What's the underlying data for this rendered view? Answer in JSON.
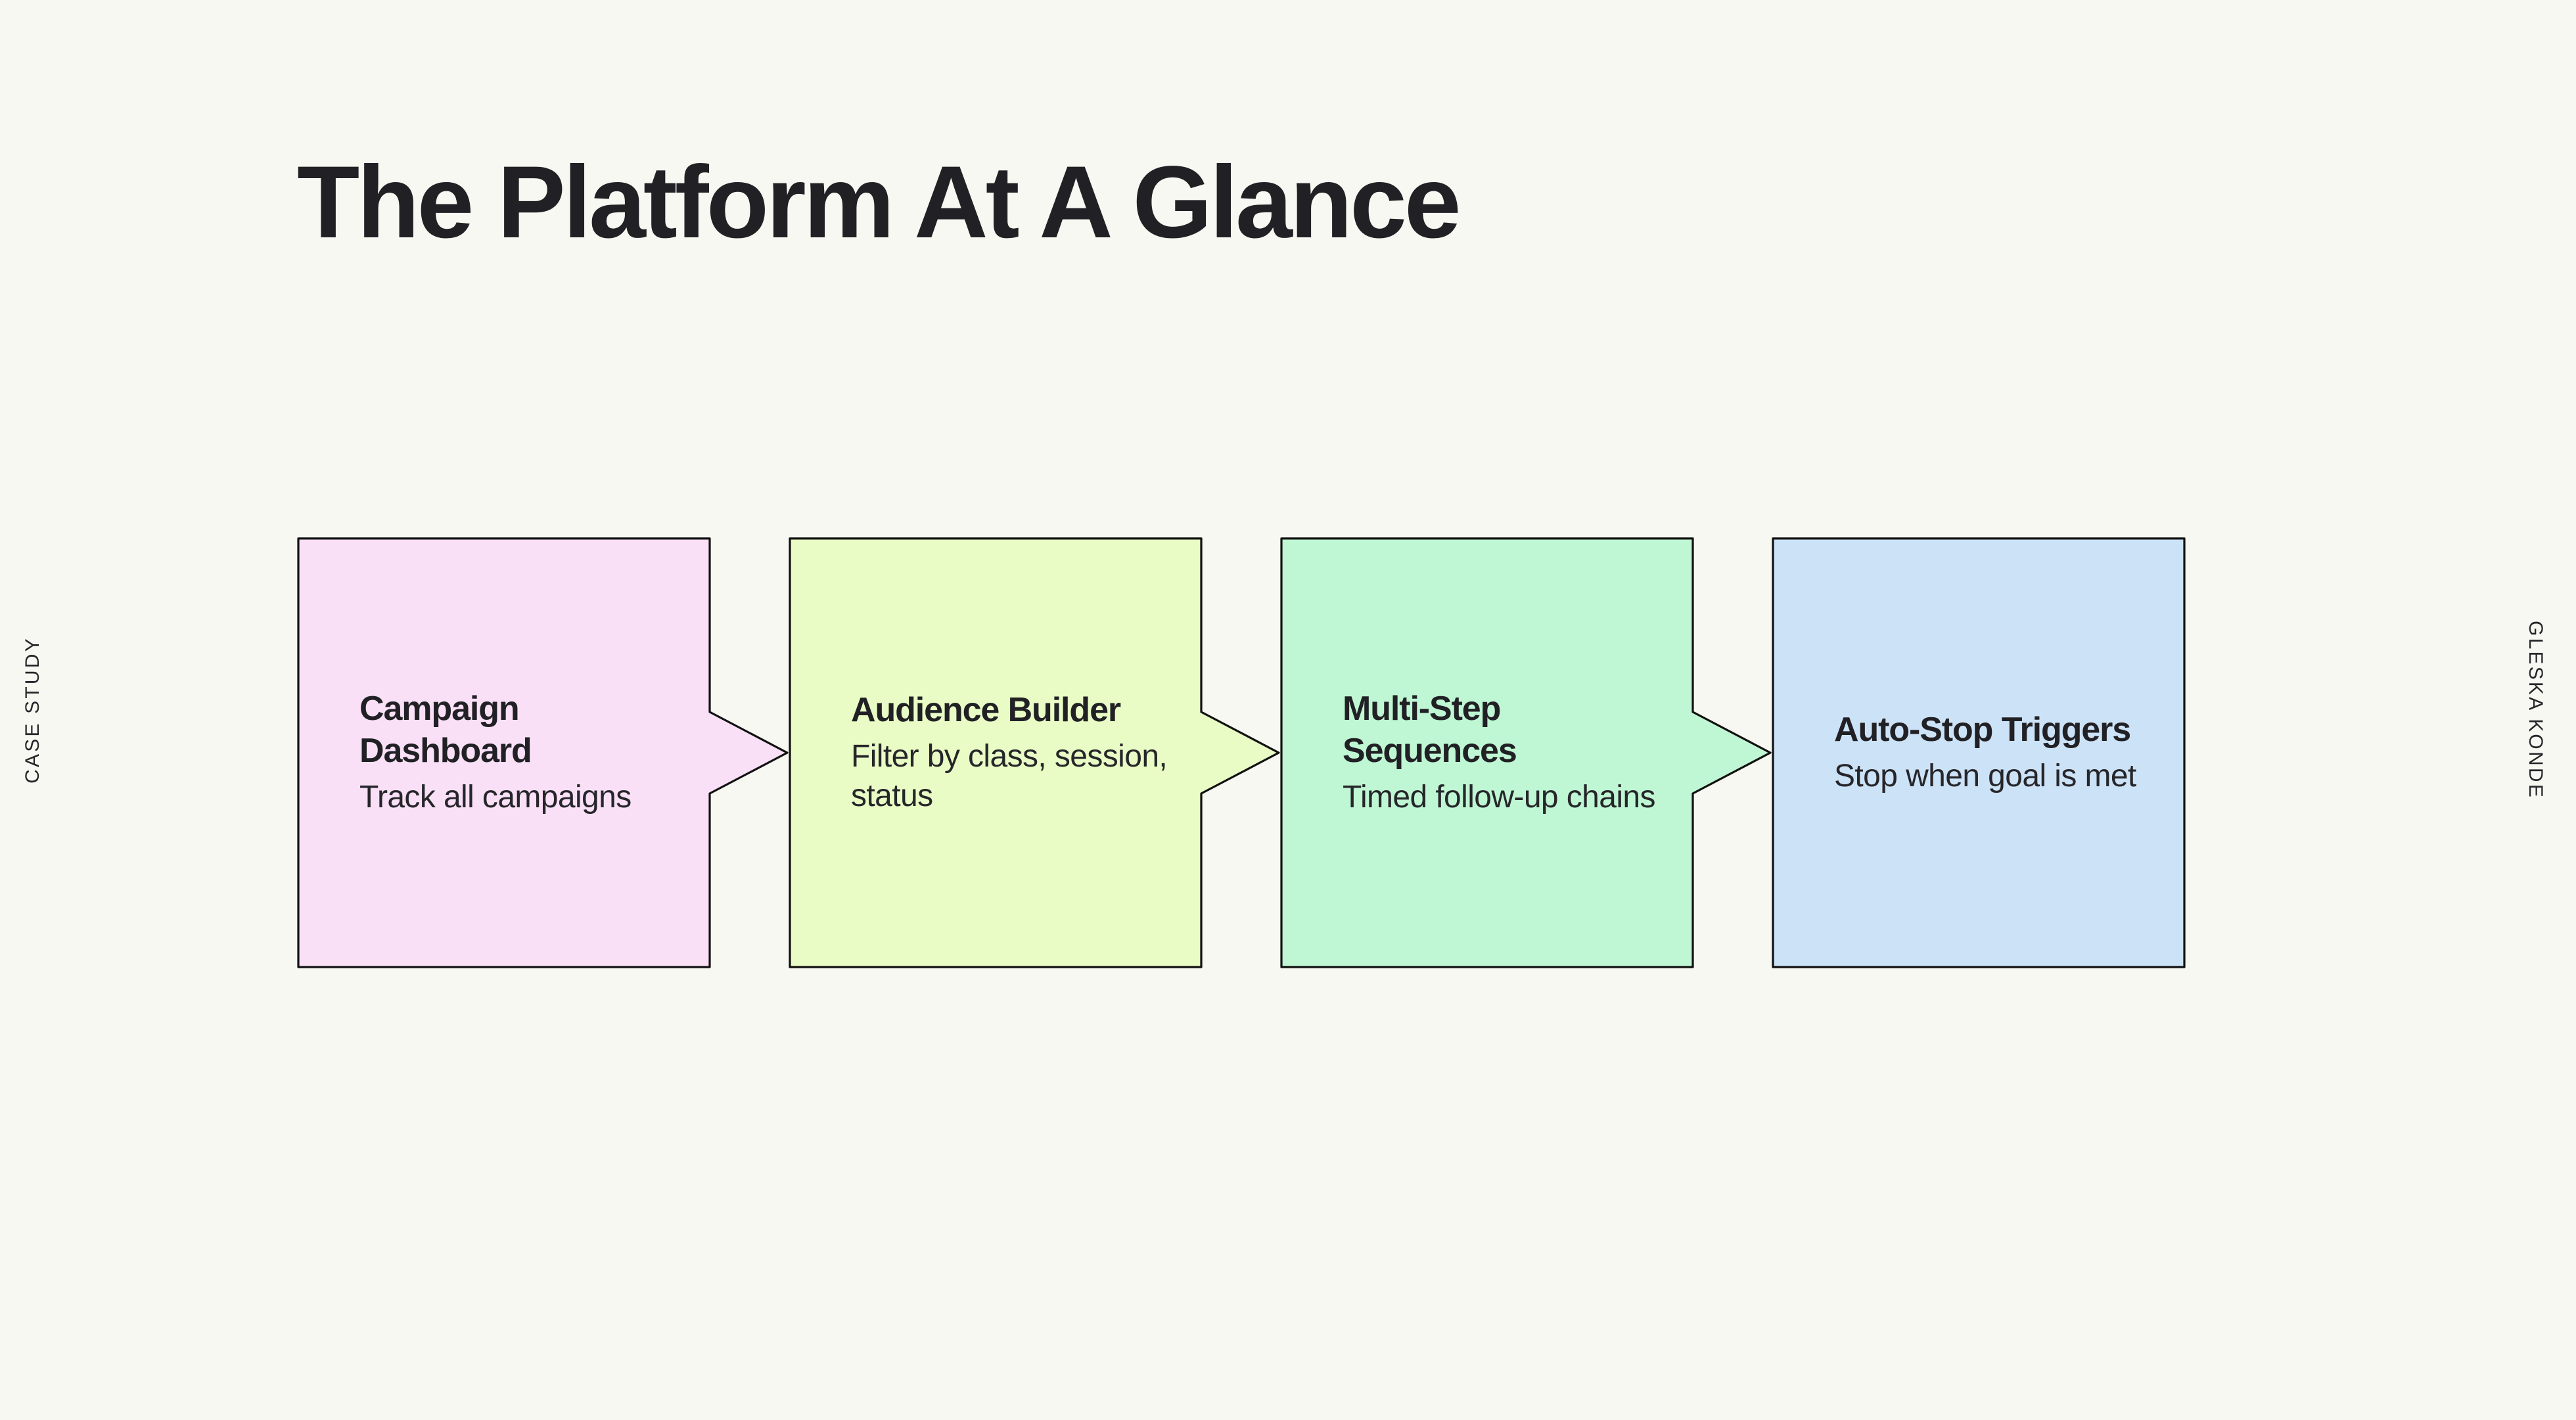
{
  "meta": {
    "background_color": "#F7F8F1",
    "text_color": "#26262A",
    "stroke_color": "#111111"
  },
  "side_labels": {
    "left": "CASE STUDY",
    "right": "GLESKA KONDE"
  },
  "header": {
    "title": "The Platform At A Glance"
  },
  "flow": {
    "cards": [
      {
        "title": "Campaign Dashboard",
        "description": "Track all campaigns",
        "fill": "#F9E0F7",
        "has_arrow": true
      },
      {
        "title": "Audience Builder",
        "description": "Filter by class, session, status",
        "fill": "#E9FCC5",
        "has_arrow": true
      },
      {
        "title": "Multi-Step Sequences",
        "description": "Timed follow-up chains",
        "fill": "#BFF7D4",
        "has_arrow": true
      },
      {
        "title": "Auto-Stop Triggers",
        "description": "Stop when goal is met",
        "fill": "#CCE2F7",
        "has_arrow": false
      }
    ]
  }
}
